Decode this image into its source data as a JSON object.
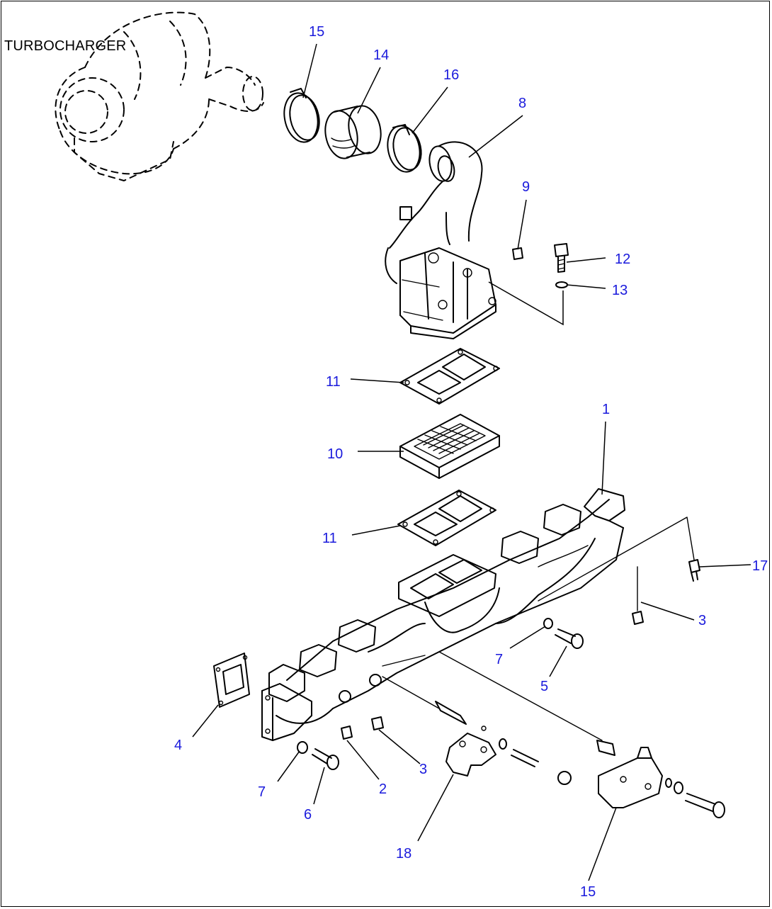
{
  "diagram": {
    "component_label": "TURBOCHARGER",
    "callouts": [
      {
        "id": "c1",
        "text": "1"
      },
      {
        "id": "c2",
        "text": "2"
      },
      {
        "id": "c3a",
        "text": "3"
      },
      {
        "id": "c3b",
        "text": "3"
      },
      {
        "id": "c4",
        "text": "4"
      },
      {
        "id": "c5",
        "text": "5"
      },
      {
        "id": "c6",
        "text": "6"
      },
      {
        "id": "c7a",
        "text": "7"
      },
      {
        "id": "c7b",
        "text": "7"
      },
      {
        "id": "c8",
        "text": "8"
      },
      {
        "id": "c9",
        "text": "9"
      },
      {
        "id": "c10",
        "text": "10"
      },
      {
        "id": "c11a",
        "text": "11"
      },
      {
        "id": "c11b",
        "text": "11"
      },
      {
        "id": "c12",
        "text": "12"
      },
      {
        "id": "c13",
        "text": "13"
      },
      {
        "id": "c14",
        "text": "14"
      },
      {
        "id": "c15a",
        "text": "15"
      },
      {
        "id": "c15b",
        "text": "15"
      },
      {
        "id": "c16",
        "text": "16"
      },
      {
        "id": "c17",
        "text": "17"
      },
      {
        "id": "c18",
        "text": "18"
      }
    ],
    "callout_color": "#1a1adc",
    "line_color": "#000000"
  }
}
